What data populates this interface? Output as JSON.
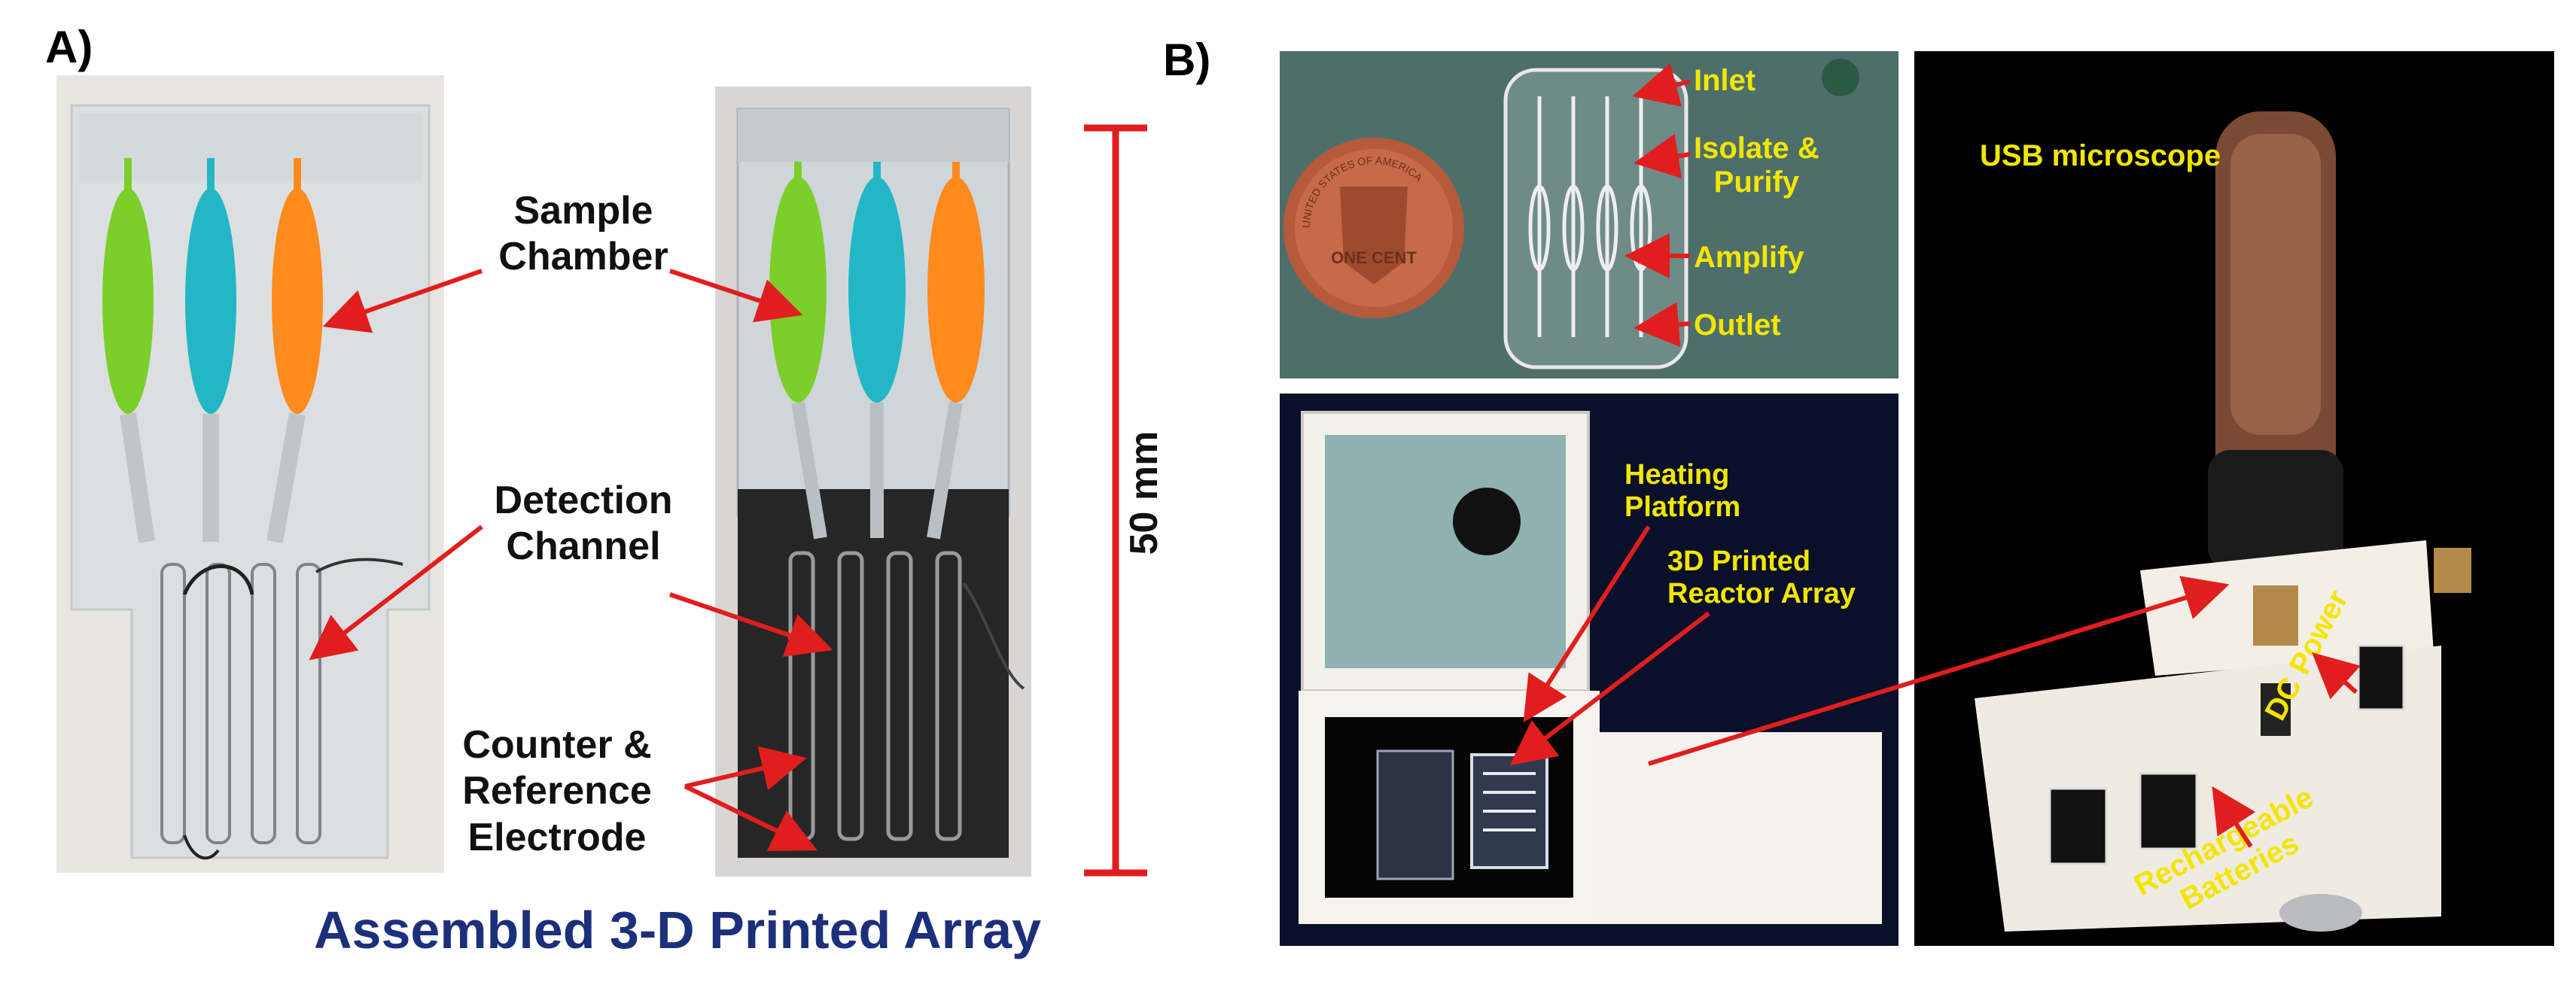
{
  "panel_a": {
    "letter": "A)",
    "labels": {
      "sample_chamber": "Sample\nChamber",
      "detection_channel": "Detection\nChannel",
      "counter_reference": "Counter &\nReference\nElectrode"
    },
    "scale_bar": "50 mm",
    "caption": "Assembled 3-D Printed Array",
    "colors": {
      "chamber_green": "#7ccf2a",
      "chamber_cyan": "#23b7c6",
      "chamber_orange": "#ff8a1e",
      "arrow": "#e01e1e",
      "caption": "#1c2f7a"
    }
  },
  "panel_b": {
    "letter": "B)",
    "chip_labels": {
      "inlet": "Inlet",
      "isolate": "Isolate &\nPurify",
      "amplify": "Amplify",
      "outlet": "Outlet"
    },
    "coin_text": {
      "top": "UNITED STATES OF AMERICA",
      "bottom": "ONE CENT"
    },
    "box_labels": {
      "heating": "Heating\nPlatform",
      "reactor": "3D Printed\nReactor Array"
    },
    "device_labels": {
      "microscope": "USB microscope",
      "dc_power": "DC Power",
      "batteries": "Rechargeable\nBatteries"
    },
    "colors": {
      "label_yellow": "#f2e600",
      "arrow": "#e01e1e"
    }
  }
}
